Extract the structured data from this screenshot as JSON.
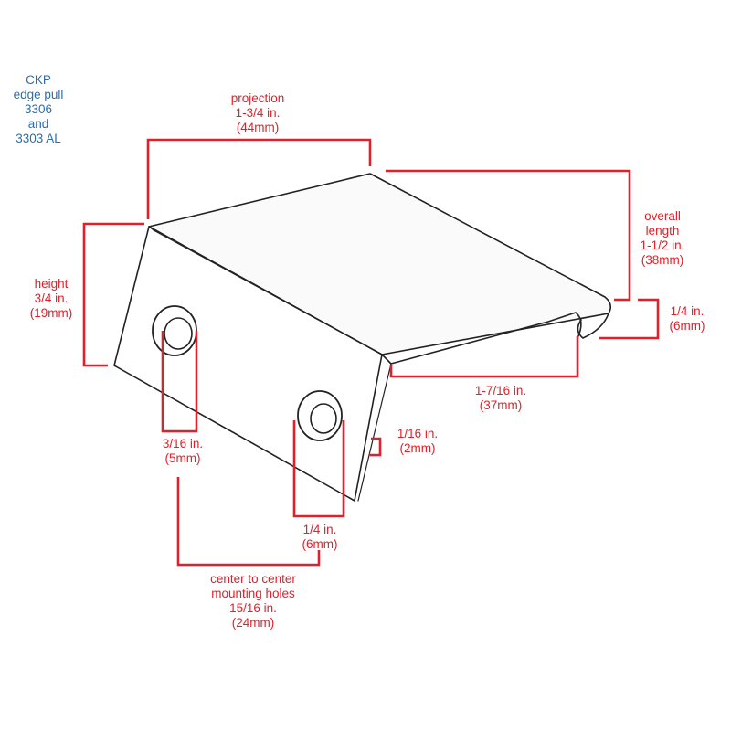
{
  "title": {
    "lines": [
      "CKP",
      "edge pull",
      "3306",
      "and",
      "3303 AL"
    ]
  },
  "dimensions": {
    "projection": [
      "projection",
      "1-3/4 in.",
      "(44mm)"
    ],
    "overall_length": [
      "overall",
      "length",
      "1-1/2 in.",
      "(38mm)"
    ],
    "height": [
      "height",
      "3/4 in.",
      "(19mm)"
    ],
    "lip_depth": [
      "1/4 in.",
      "(6mm)"
    ],
    "inner_width": [
      "1-7/16 in.",
      "(37mm)"
    ],
    "thickness": [
      "1/16 in.",
      "(2mm)"
    ],
    "small_hole": [
      "3/16 in.",
      "(5mm)"
    ],
    "large_hole": [
      "1/4 in.",
      "(6mm)"
    ],
    "center_to_center": [
      "center to center",
      "mounting holes",
      "15/16 in.",
      "(24mm)"
    ]
  },
  "colors": {
    "dimension": "#e0202a",
    "title": "#2a6db3",
    "outline": "#222222"
  }
}
